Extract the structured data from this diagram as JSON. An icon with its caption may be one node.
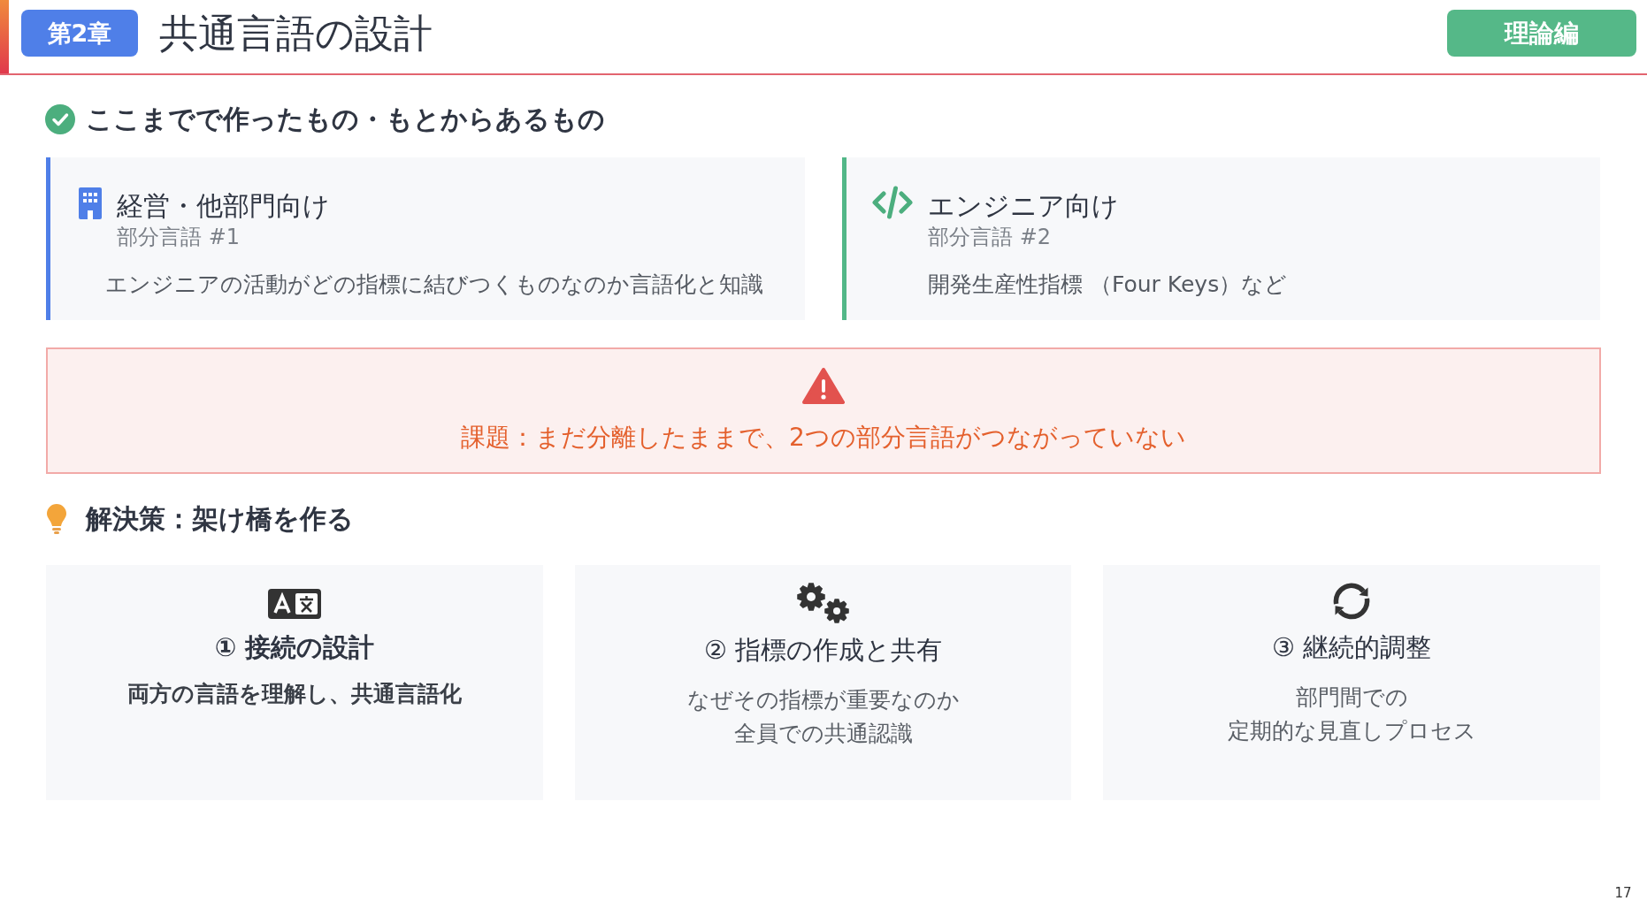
{
  "diagram": {
    "title": "共通言語の設計",
    "nodes": [
      {
        "text": [
          "経営・他部門向け",
          "部分言語 #1",
          "エンジニアの活動がどの指標に結びつくものなのか言語化と知識"
        ]
      },
      {
        "text": [
          "エンジニア向け",
          "部分言語 #2",
          "開発生産性指標 （Four Keys）など"
        ]
      },
      {
        "text": [
          "課題：まだ分離したままで、2つの部分言語がつながっていない"
        ]
      },
      {
        "text": [
          "① 接続の設計",
          "両方の言語を理解し、共通言語化"
        ]
      },
      {
        "text": [
          "② 指標の作成と共有",
          "なぜその指標が重要なのか全員での共通認識"
        ]
      },
      {
        "text": [
          "③ 継続的調整",
          "部門間での定期的な見直しプロセス"
        ]
      }
    ],
    "labels": [
      "第2章",
      "理論編",
      "ここまでで作ったもの・もとからあるもの",
      "解決策：架け橋を作る",
      "17"
    ]
  }
}
